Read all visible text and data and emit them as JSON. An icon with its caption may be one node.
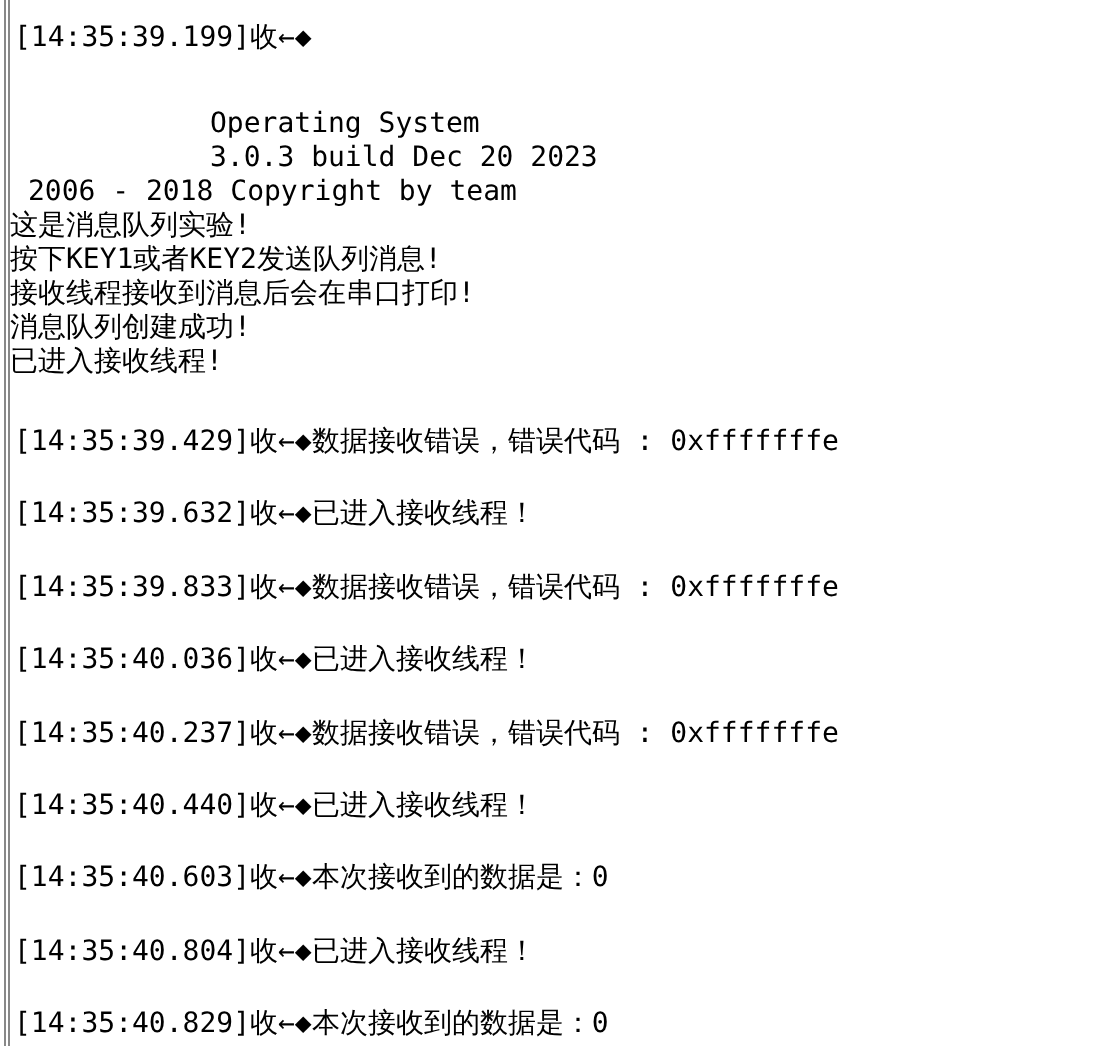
{
  "diagram": {
    "labels": [
      "[14:35:39.199]收←◆",
      "Operating System",
      "3.0.3 build Dec 20 2023",
      "2006 - 2018 Copyright by team",
      "这是消息队列实验!",
      "按下KEY1或者KEY2发送队列消息!",
      "接收线程接收到消息后会在串口打印!",
      "消息队列创建成功!",
      "已进入接收线程!",
      "[14:35:39.429]收←◆数据接收错误，错误代码 : 0xfffffffe",
      "[14:35:39.632]收←◆已进入接收线程！",
      "[14:35:39.833]收←◆数据接收错误，错误代码 : 0xfffffffe",
      "[14:35:40.036]收←◆已进入接收线程！",
      "[14:35:40.237]收←◆数据接收错误，错误代码 : 0xfffffffe",
      "[14:35:40.440]收←◆已进入接收线程！",
      "[14:35:40.603]收←◆本次接收到的数据是：0",
      "[14:35:40.804]收←◆已进入接收线程！",
      "[14:35:40.829]收←◆本次接收到的数据是：0"
    ]
  }
}
